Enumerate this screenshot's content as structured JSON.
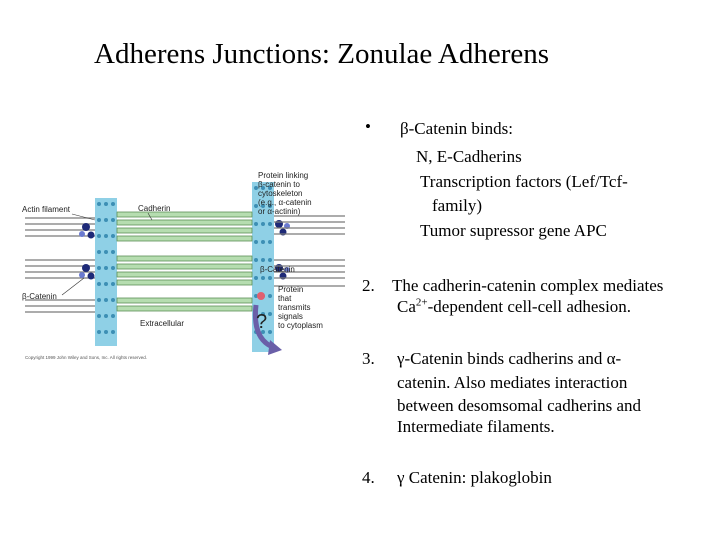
{
  "title": "Adherens Junctions: Zonulae Adherens",
  "figure": {
    "labels": {
      "actin": "Actin filament",
      "cadherin": "Cadherin",
      "beta_catenin_left": "β-Catenin",
      "extracellular": "Extracellular",
      "protein_linking": [
        "Protein linking",
        "β-catenin to",
        "cytoskeleton",
        "(e.g., α-catenin",
        "or α-actinin)"
      ],
      "beta_catenin_right": "β-Catenin",
      "protein_signal": [
        "Protein",
        "that",
        "transmits",
        "signals",
        "to cytoplasm"
      ],
      "question": "?",
      "copyright": "Copyright 1999 John Wiley and Sons, Inc. All rights reserved."
    },
    "colors": {
      "membrane": "#8fd0e6",
      "membrane_dots": "#3d8fb5",
      "filament": "#7a7a7a",
      "cadherin": "#b6ddb0",
      "cadherin_line": "#5e8f57",
      "catenin_dark": "#1e2a78",
      "arrow": "#6a5fa8",
      "signal_protein": "#e06070"
    }
  },
  "bullet_symbol": "•",
  "point1": {
    "heading": "β-Catenin binds:",
    "lines": [
      "N, E-Cadherins",
      "Transcription factors (Lef/Tcf-",
      "family)",
      "Tumor supressor gene APC"
    ]
  },
  "point2": {
    "num": "2.",
    "line1": "The cadherin-catenin complex mediates",
    "line2_pre": "Ca",
    "line2_sup": "2+",
    "line2_post": "-dependent cell-cell adhesion."
  },
  "point3": {
    "num": "3.",
    "lines": [
      "γ-Catenin binds cadherins and α-",
      "catenin.  Also mediates interaction",
      "between desomsomal cadherins and",
      "Intermediate filaments."
    ]
  },
  "point4": {
    "num": "4.",
    "text": "γ Catenin: plakoglobin"
  }
}
